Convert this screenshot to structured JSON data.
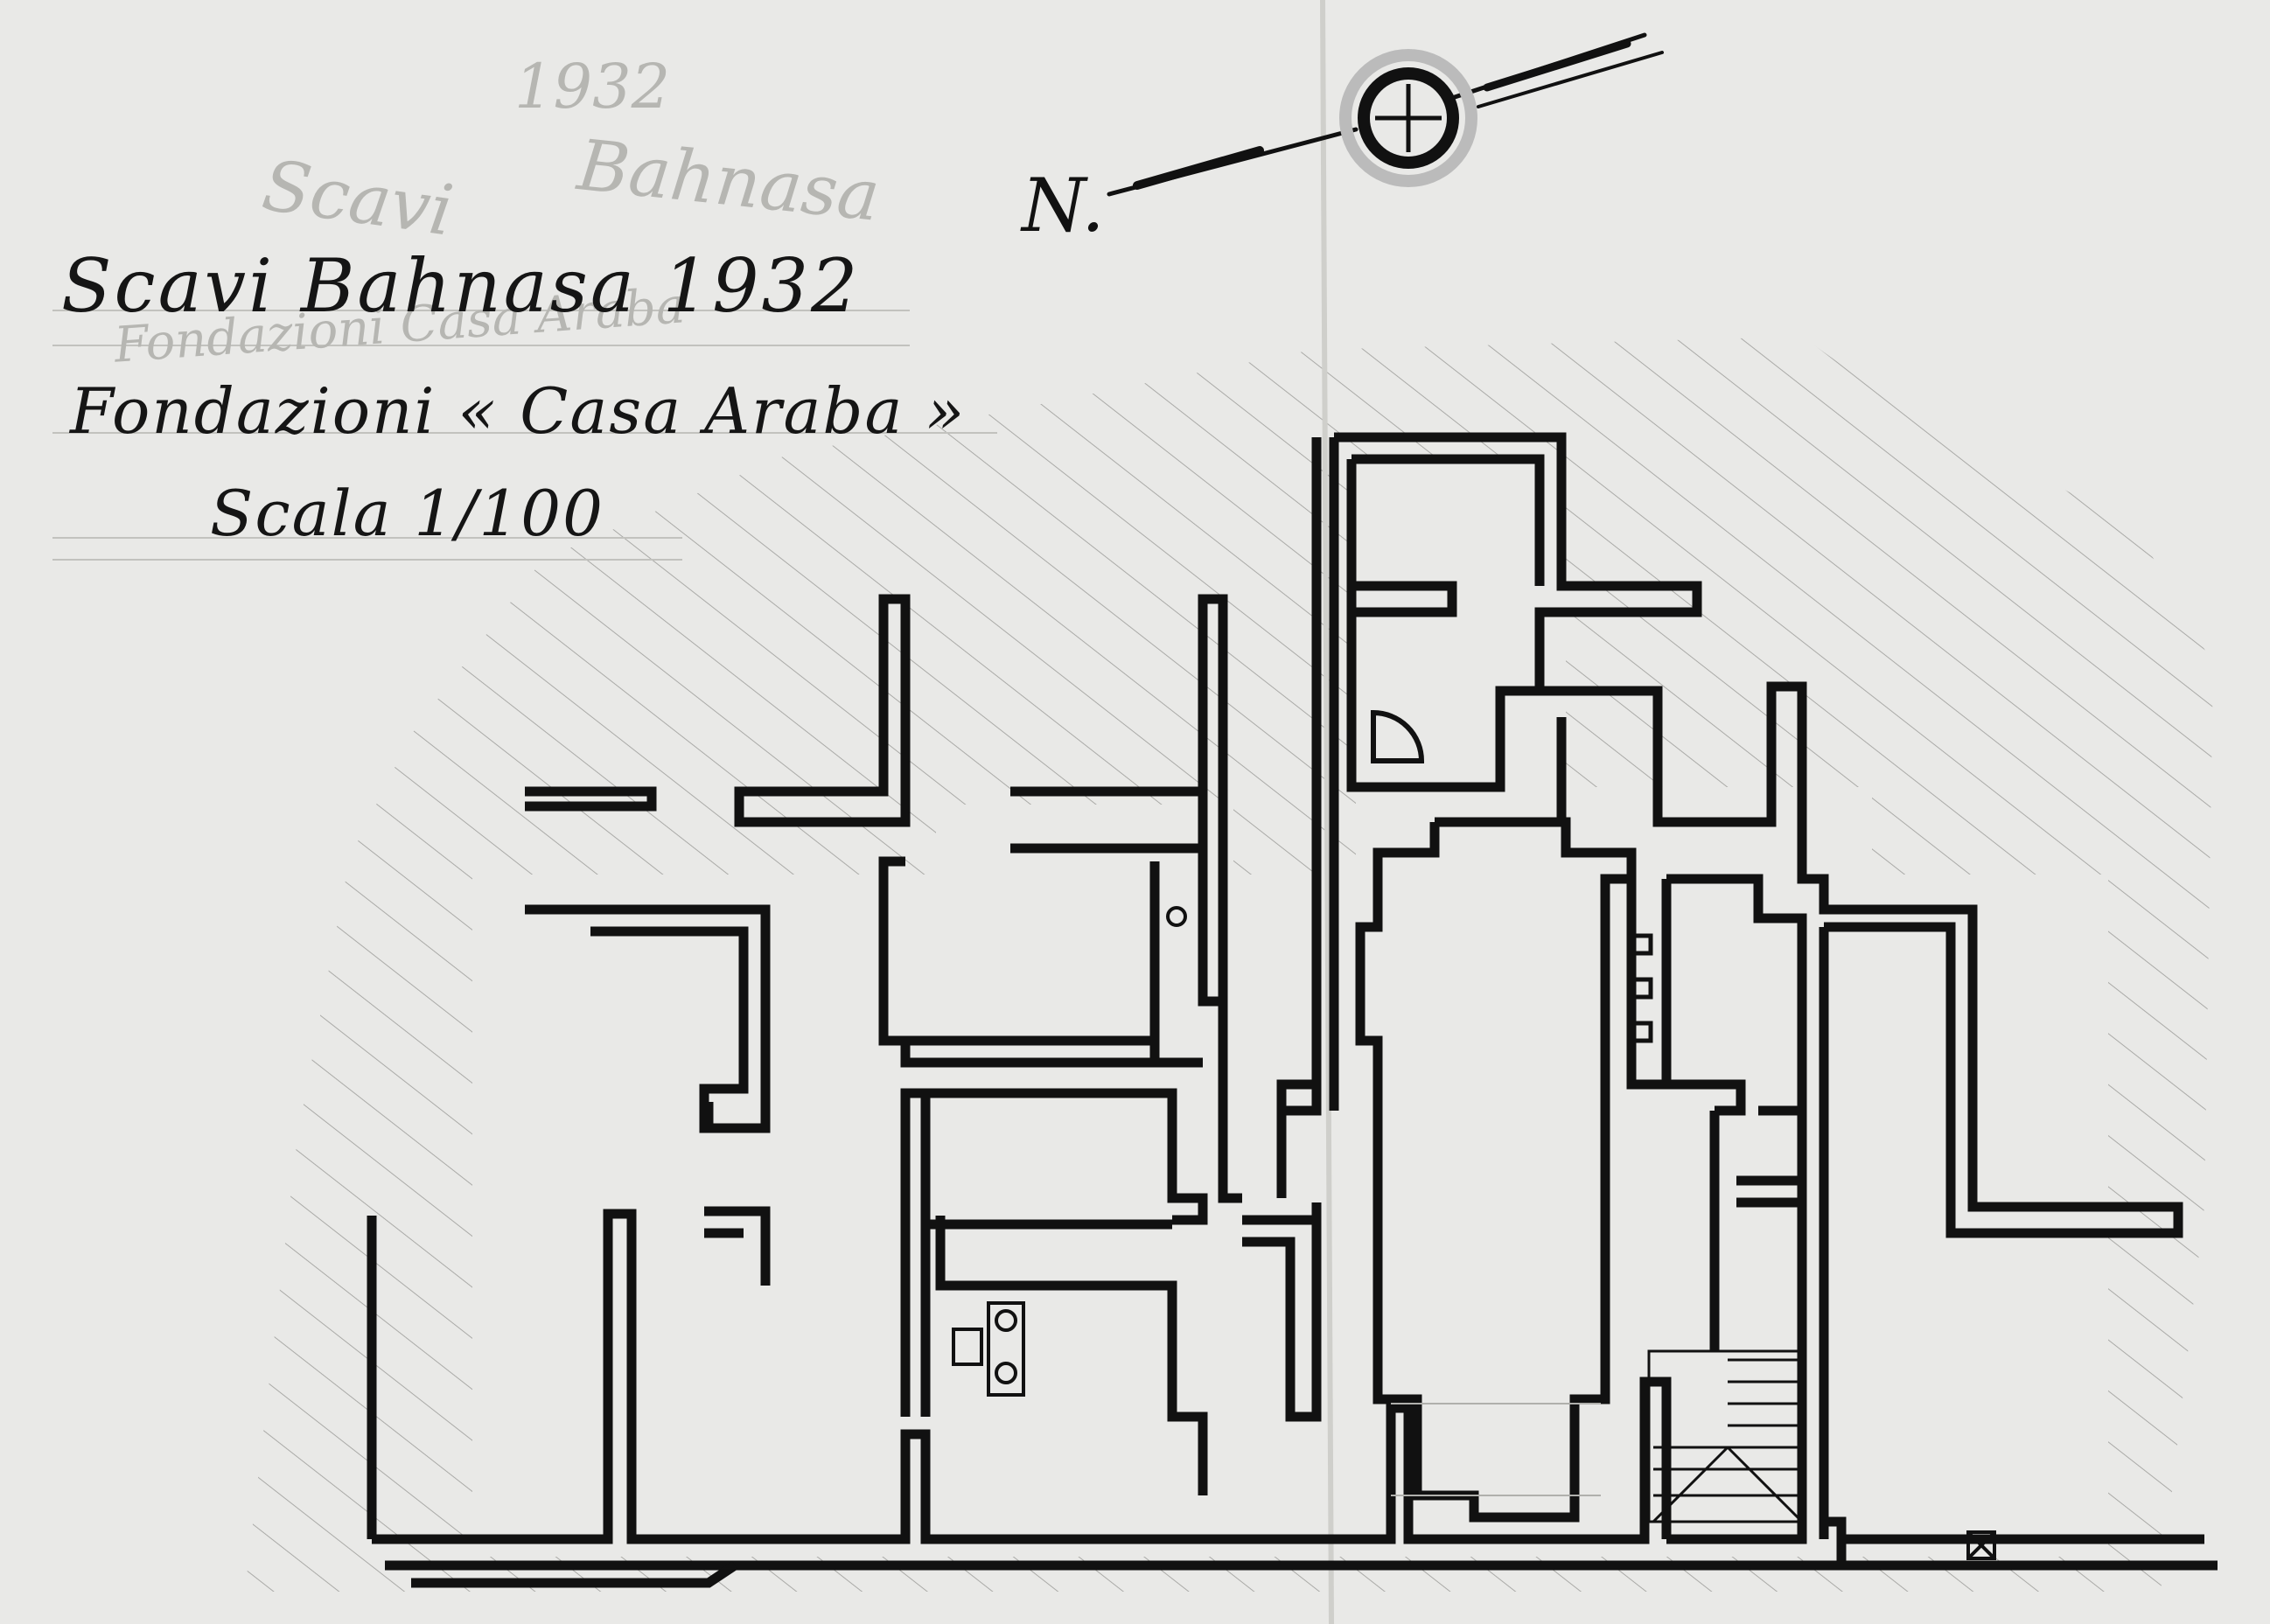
{
  "title": {
    "line1": "Scavi Bahnasa 1932",
    "line2": "Fondazioni « Casa Araba »",
    "line3": "Scala 1/100"
  },
  "faint_pencil": {
    "year": "1932",
    "word1": "Scavi",
    "word2": "Bahnasa",
    "line": "Fondazioni Casa Araba"
  },
  "north": {
    "label": "N."
  },
  "colors": {
    "paper": "#e9e9e7",
    "ink": "#111111",
    "hatch": "#9a9a96"
  }
}
